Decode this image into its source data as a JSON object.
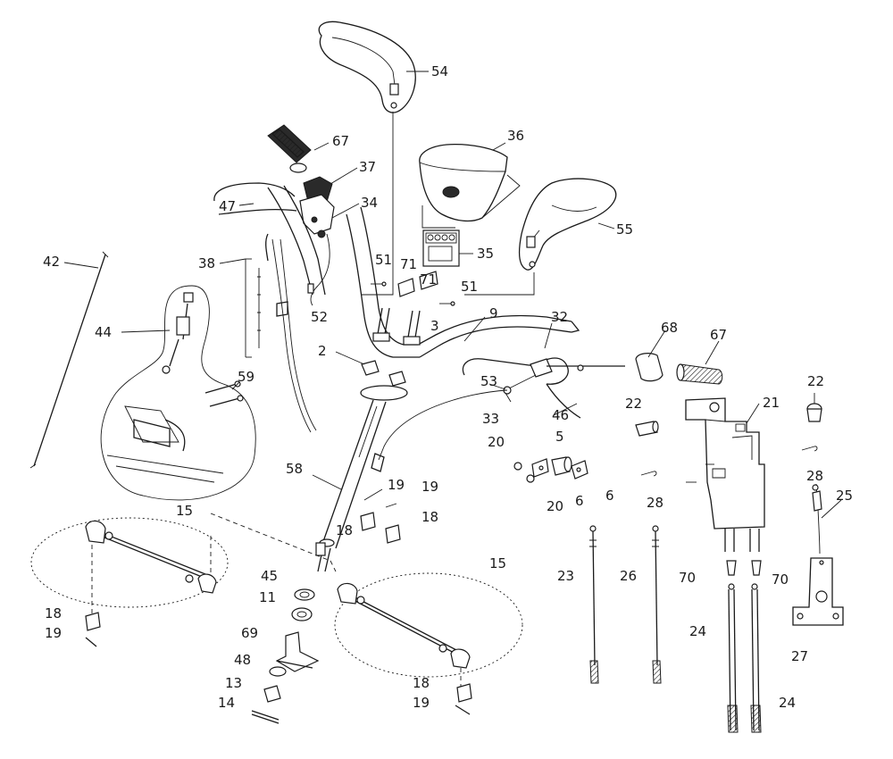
{
  "diagram": {
    "callouts": [
      {
        "id": "c54",
        "text": "54"
      },
      {
        "id": "c67a",
        "text": "67"
      },
      {
        "id": "c36",
        "text": "36"
      },
      {
        "id": "c37",
        "text": "37"
      },
      {
        "id": "c47",
        "text": "47"
      },
      {
        "id": "c34",
        "text": "34"
      },
      {
        "id": "c55",
        "text": "55"
      },
      {
        "id": "c38",
        "text": "38"
      },
      {
        "id": "c35",
        "text": "35"
      },
      {
        "id": "c42",
        "text": "42"
      },
      {
        "id": "c51a",
        "text": "51"
      },
      {
        "id": "c71a",
        "text": "71"
      },
      {
        "id": "c71b",
        "text": "71"
      },
      {
        "id": "c51b",
        "text": "51"
      },
      {
        "id": "c52",
        "text": "52"
      },
      {
        "id": "c9",
        "text": "9"
      },
      {
        "id": "c32",
        "text": "32"
      },
      {
        "id": "c44",
        "text": "44"
      },
      {
        "id": "c3",
        "text": "3"
      },
      {
        "id": "c68",
        "text": "68"
      },
      {
        "id": "c67b",
        "text": "67"
      },
      {
        "id": "c2",
        "text": "2"
      },
      {
        "id": "c59",
        "text": "59"
      },
      {
        "id": "c53",
        "text": "53"
      },
      {
        "id": "c22a",
        "text": "22"
      },
      {
        "id": "c22b",
        "text": "22"
      },
      {
        "id": "c21",
        "text": "21"
      },
      {
        "id": "c33",
        "text": "33"
      },
      {
        "id": "c46",
        "text": "46"
      },
      {
        "id": "c5",
        "text": "5"
      },
      {
        "id": "c20a",
        "text": "20"
      },
      {
        "id": "c28a",
        "text": "28"
      },
      {
        "id": "c58",
        "text": "58"
      },
      {
        "id": "c6a",
        "text": "6"
      },
      {
        "id": "c6b",
        "text": "6"
      },
      {
        "id": "c20b",
        "text": "20"
      },
      {
        "id": "c28b",
        "text": "28"
      },
      {
        "id": "c19a",
        "text": "19"
      },
      {
        "id": "c19b",
        "text": "19"
      },
      {
        "id": "c25",
        "text": "25"
      },
      {
        "id": "c18a",
        "text": "18"
      },
      {
        "id": "c18b",
        "text": "18"
      },
      {
        "id": "c15a",
        "text": "15"
      },
      {
        "id": "c15b",
        "text": "15"
      },
      {
        "id": "c70a",
        "text": "70"
      },
      {
        "id": "c70b",
        "text": "70"
      },
      {
        "id": "c23",
        "text": "23"
      },
      {
        "id": "c26",
        "text": "26"
      },
      {
        "id": "c45",
        "text": "45"
      },
      {
        "id": "c11",
        "text": "11"
      },
      {
        "id": "c18c",
        "text": "18"
      },
      {
        "id": "c19c",
        "text": "19"
      },
      {
        "id": "c69",
        "text": "69"
      },
      {
        "id": "c24a",
        "text": "24"
      },
      {
        "id": "c27",
        "text": "27"
      },
      {
        "id": "c48",
        "text": "48"
      },
      {
        "id": "c13",
        "text": "13"
      },
      {
        "id": "c18d",
        "text": "18"
      },
      {
        "id": "c19d",
        "text": "19"
      },
      {
        "id": "c14",
        "text": "14"
      },
      {
        "id": "c24b",
        "text": "24"
      }
    ]
  }
}
